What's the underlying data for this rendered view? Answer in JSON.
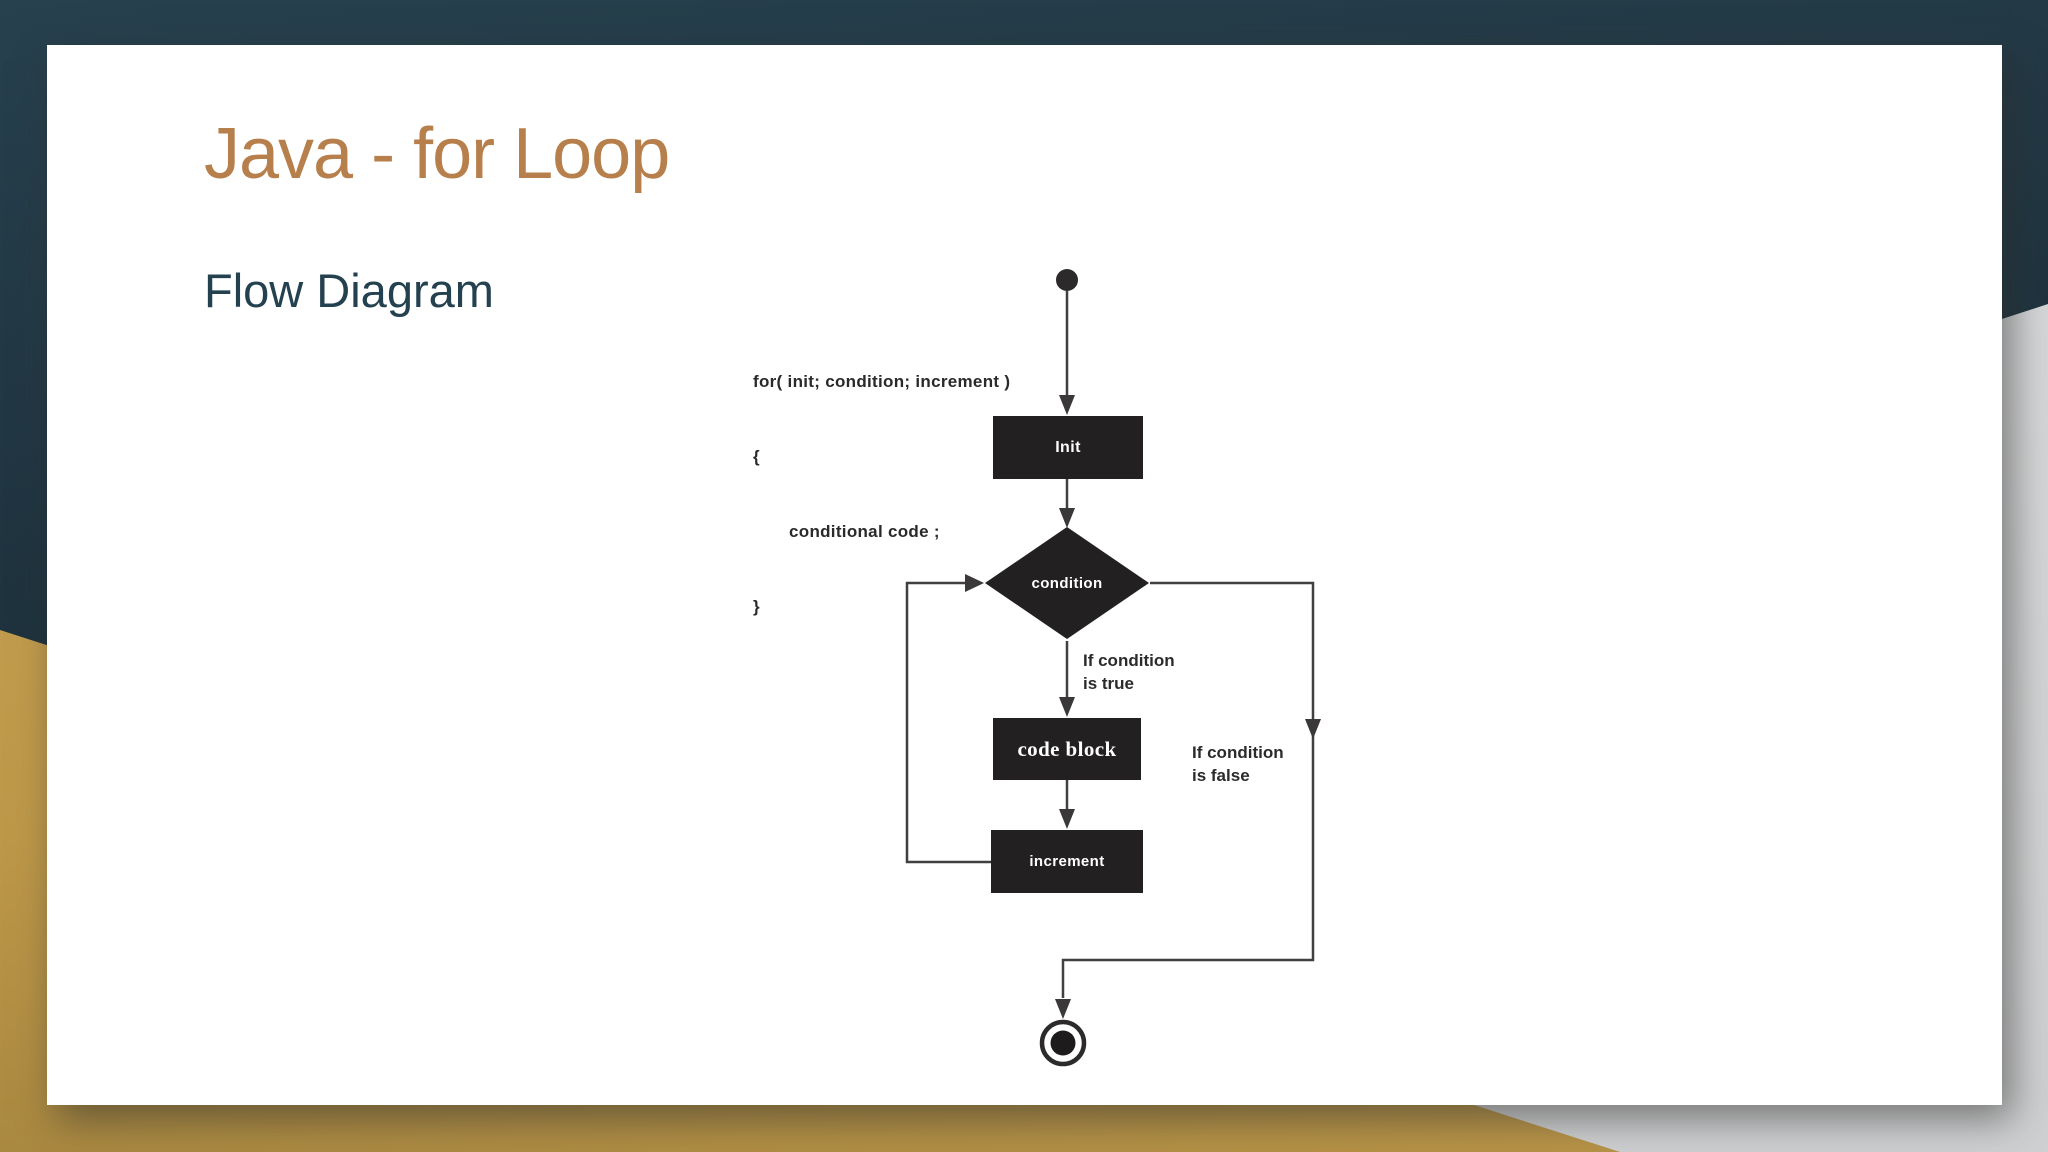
{
  "slide": {
    "title": "Java - for Loop",
    "subtitle": "Flow Diagram"
  },
  "diagram": {
    "code_lines": [
      "for( init; condition; increment )",
      "{",
      "conditional code ;",
      "}"
    ],
    "nodes": {
      "init": "Init",
      "condition": "condition",
      "code_block": "code block",
      "increment": "increment"
    },
    "branch_labels": {
      "true": "If condition\nis true",
      "false": "If condition\nis false"
    }
  },
  "colors": {
    "title_accent": "#b67f4b",
    "subtitle": "#24414f",
    "background_teal": "#223c49",
    "background_gold": "#c49e52",
    "background_gray": "#d4d5d6",
    "node_fill": "#222021",
    "node_text": "#ffffff",
    "connector": "#413f40"
  }
}
